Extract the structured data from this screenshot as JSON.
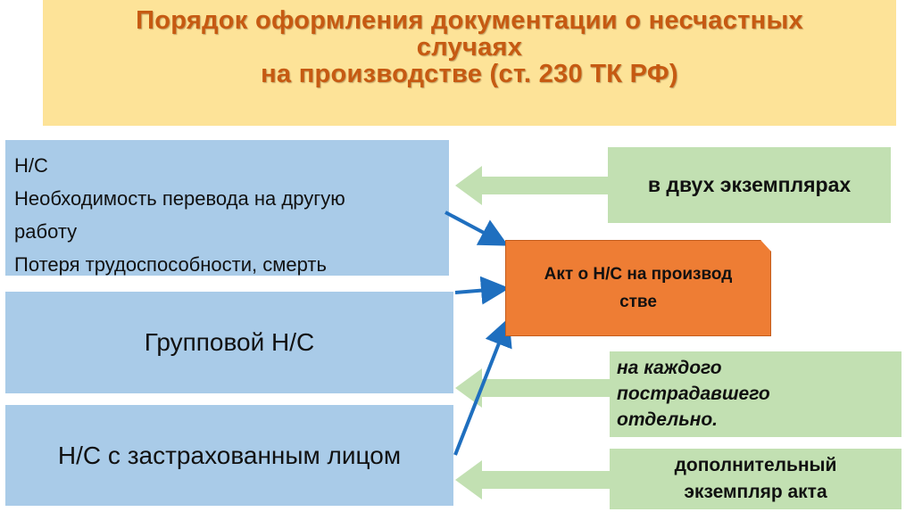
{
  "title": {
    "lines": [
      "Порядок  оформления  документации  о несчастных",
      "случаях",
      "на  производстве (ст. 230 ТК РФ)"
    ]
  },
  "left_boxes": {
    "box1_lines": [
      "Н/С",
      "Необходимость перевода на другую",
      "работу",
      "Потеря трудоспособности, смерть"
    ],
    "box2": "Групповой Н/С",
    "box3": "Н/С с застрахованным лицом"
  },
  "center_box": {
    "lines": [
      "Акт о Н/С на производ",
      "стве"
    ]
  },
  "right_boxes": {
    "box1": "в двух экземплярах",
    "box2_lines": [
      "на каждого",
      "пострадавшего",
      "отдельно."
    ],
    "box3_lines": [
      "дополнительный",
      "экземпляр акта"
    ]
  },
  "colors": {
    "title_bg": "#fde398",
    "title_text": "#c65a12",
    "blue_box": "#a9cbe8",
    "green_box": "#c2e0b2",
    "orange_box": "#ee7d34",
    "arrow_blue": "#1f6fbf",
    "arrow_green": "#c2e0b2"
  }
}
